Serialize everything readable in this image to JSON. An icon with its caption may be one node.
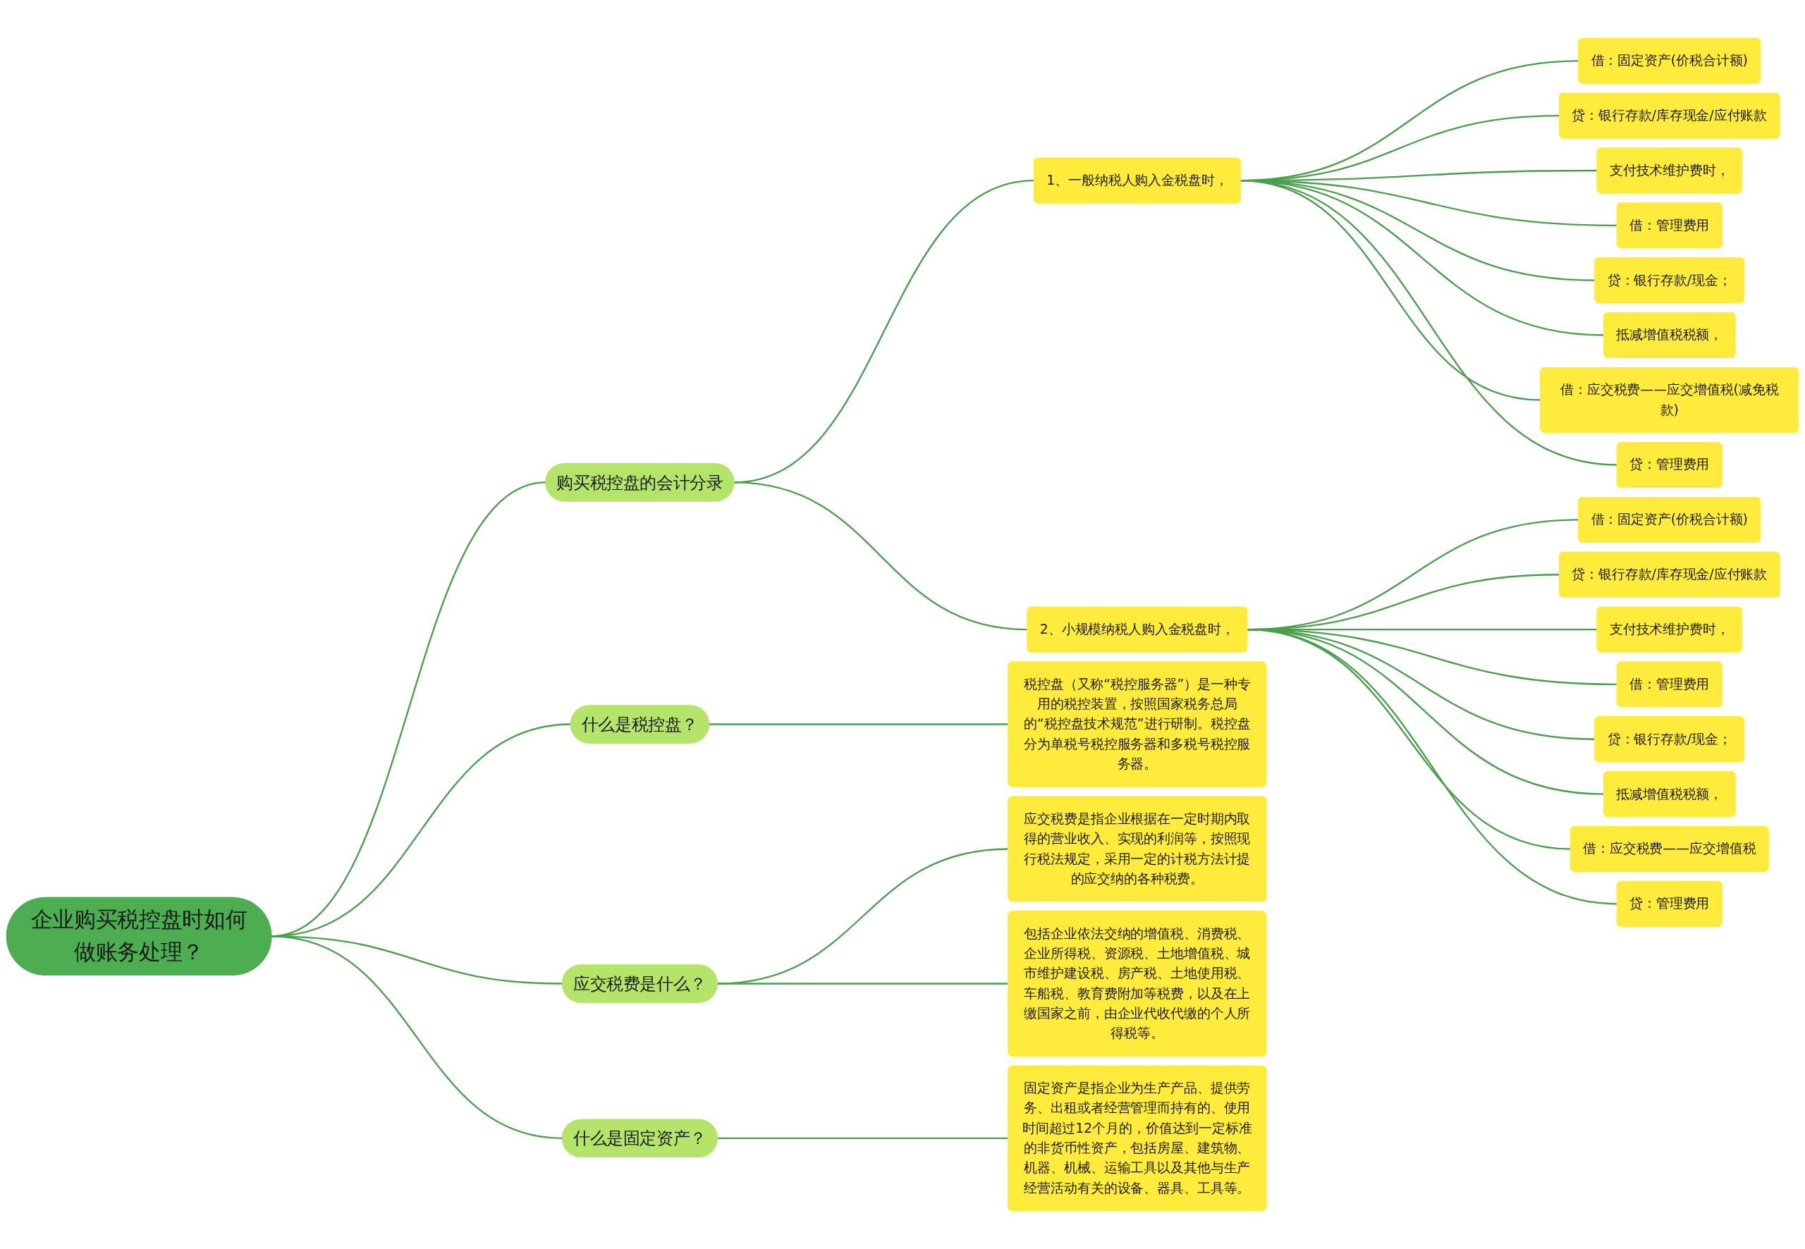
{
  "diagram": {
    "nodes": [
      {
        "text": [
          "企业购买税控盘时如何做账务处理？"
        ]
      },
      {
        "text": [
          "购买税控盘的会计分录"
        ]
      },
      {
        "text": [
          "1、一般纳税人购入金税盘时，"
        ]
      },
      {
        "text": [
          "借：固定资产(价税合计额)"
        ]
      },
      {
        "text": [
          "贷：银行存款/库存现金/应付账款"
        ]
      },
      {
        "text": [
          "支付技术维护费时，"
        ]
      },
      {
        "text": [
          "借：管理费用"
        ]
      },
      {
        "text": [
          "贷：银行存款/现金；"
        ]
      },
      {
        "text": [
          "抵减增值税税额，"
        ]
      },
      {
        "text": [
          "借：应交税费——应交增值税(减免税款)"
        ]
      },
      {
        "text": [
          "贷：管理费用"
        ]
      },
      {
        "text": [
          "2、小规模纳税人购入金税盘时，"
        ]
      },
      {
        "text": [
          "借：固定资产(价税合计额)"
        ]
      },
      {
        "text": [
          "贷：银行存款/库存现金/应付账款"
        ]
      },
      {
        "text": [
          "支付技术维护费时，"
        ]
      },
      {
        "text": [
          "借：管理费用"
        ]
      },
      {
        "text": [
          "贷：银行存款/现金；"
        ]
      },
      {
        "text": [
          "抵减增值税税额，"
        ]
      },
      {
        "text": [
          "借：应交税费——应交增值税"
        ]
      },
      {
        "text": [
          "贷：管理费用"
        ]
      },
      {
        "text": [
          "什么是税控盘？"
        ]
      },
      {
        "text": [
          "税控盘（又称“税控服务器”）是一种专用的税控装置，按照国家税务总局的“税控盘技术规范”进行研制。税控盘分为单税号税控服务器和多税号税控服务器。"
        ]
      },
      {
        "text": [
          "应交税费是什么？"
        ]
      },
      {
        "text": [
          "应交税费是指企业根据在一定时期内取得的营业收入、实现的利润等，按照现行税法规定，采用一定的计税方法计提的应交纳的各种税费。"
        ]
      },
      {
        "text": [
          "包括企业依法交纳的增值税、消费税、企业所得税、资源税、土地增值税、城市维护建设税、房产税、土地使用税、车船税、教育费附加等税费，以及在上缴国家之前，由企业代收代缴的个人所得税等。"
        ]
      },
      {
        "text": [
          "什么是固定资产？"
        ]
      },
      {
        "text": [
          "固定资产是指企业为生产产品、提供劳务、出租或者经营管理而持有的、使用时间超过12个月的，价值达到一定标准的非货币性资产，包括房屋、建筑物、机器、机械、运输工具以及其他与生产经营活动有关的设备、器具、工具等。"
        ]
      }
    ],
    "edges": [
      {
        "from": 0,
        "to": 1,
        "arrow": "none"
      },
      {
        "from": 1,
        "to": 2,
        "arrow": "none"
      },
      {
        "from": 2,
        "to": 3,
        "arrow": "none"
      },
      {
        "from": 2,
        "to": 4,
        "arrow": "none"
      },
      {
        "from": 2,
        "to": 5,
        "arrow": "none"
      },
      {
        "from": 2,
        "to": 6,
        "arrow": "none"
      },
      {
        "from": 2,
        "to": 7,
        "arrow": "none"
      },
      {
        "from": 2,
        "to": 8,
        "arrow": "none"
      },
      {
        "from": 2,
        "to": 9,
        "arrow": "none"
      },
      {
        "from": 2,
        "to": 10,
        "arrow": "none"
      },
      {
        "from": 1,
        "to": 11,
        "arrow": "none"
      },
      {
        "from": 11,
        "to": 12,
        "arrow": "none"
      },
      {
        "from": 11,
        "to": 13,
        "arrow": "none"
      },
      {
        "from": 11,
        "to": 14,
        "arrow": "none"
      },
      {
        "from": 11,
        "to": 15,
        "arrow": "none"
      },
      {
        "from": 11,
        "to": 16,
        "arrow": "none"
      },
      {
        "from": 11,
        "to": 17,
        "arrow": "none"
      },
      {
        "from": 11,
        "to": 18,
        "arrow": "none"
      },
      {
        "from": 11,
        "to": 19,
        "arrow": "none"
      },
      {
        "from": 0,
        "to": 20,
        "arrow": "none"
      },
      {
        "from": 20,
        "to": 21,
        "arrow": "none"
      },
      {
        "from": 0,
        "to": 22,
        "arrow": "none"
      },
      {
        "from": 22,
        "to": 23,
        "arrow": "none"
      },
      {
        "from": 22,
        "to": 24,
        "arrow": "none"
      },
      {
        "from": 0,
        "to": 25,
        "arrow": "none"
      },
      {
        "from": 25,
        "to": 26,
        "arrow": "none"
      }
    ]
  }
}
